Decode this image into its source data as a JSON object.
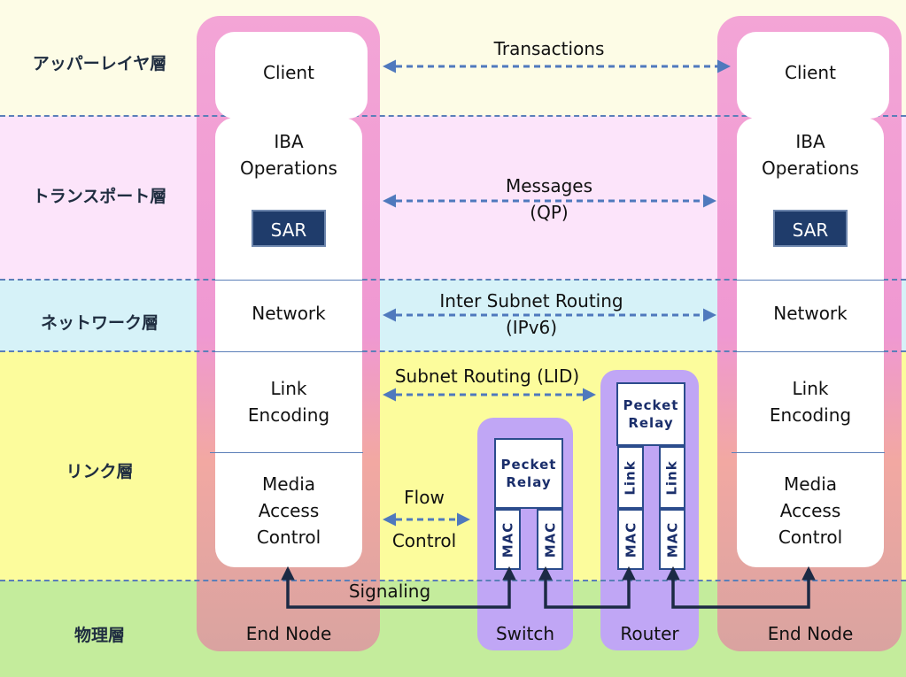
{
  "layers": {
    "upper": "アッパーレイヤ層",
    "transport": "トランスポート層",
    "network": "ネットワーク層",
    "link": "リンク層",
    "physical": "物理層"
  },
  "end_node_left": {
    "client": "Client",
    "iba_line1": "IBA",
    "iba_line2": "Operations",
    "sar": "SAR",
    "network": "Network",
    "link_line1": "Link",
    "link_line2": "Encoding",
    "mac_line1": "Media",
    "mac_line2": "Access",
    "mac_line3": "Control",
    "label": "End Node"
  },
  "end_node_right": {
    "client": "Client",
    "iba_line1": "IBA",
    "iba_line2": "Operations",
    "sar": "SAR",
    "network": "Network",
    "link_line1": "Link",
    "link_line2": "Encoding",
    "mac_line1": "Media",
    "mac_line2": "Access",
    "mac_line3": "Control",
    "label": "End Node"
  },
  "switch": {
    "relay_line1": "Pecket",
    "relay_line2": "Relay",
    "mac_a": "MAC",
    "mac_b": "MAC",
    "label": "Switch"
  },
  "router": {
    "relay_line1": "Pecket",
    "relay_line2": "Relay",
    "link_a": "Link",
    "link_b": "Link",
    "mac_a": "MAC",
    "mac_b": "MAC",
    "label": "Router"
  },
  "arrows": {
    "transactions": "Transactions",
    "messages_line1": "Messages",
    "messages_line2": "(QP)",
    "inter_subnet_line1": "Inter Subnet Routing",
    "inter_subnet_line2": "(IPv6)",
    "subnet_routing": "Subnet Routing (LID)",
    "flow_line1": "Flow",
    "flow_line2": "Control",
    "signaling": "Signaling"
  },
  "colors": {
    "upper_band": "#fdfce6",
    "transport_band": "#fce4fa",
    "network_band": "#d6f2f8",
    "link_band": "#fcfc9c",
    "physical_band": "#c4ec9c",
    "end_node_column": "#f09ccf",
    "device_column": "#c0a6f5",
    "sar_box": "#1f3c6b",
    "dashed_arrow": "#4f79bd",
    "signal_line": "#1c2a44"
  }
}
